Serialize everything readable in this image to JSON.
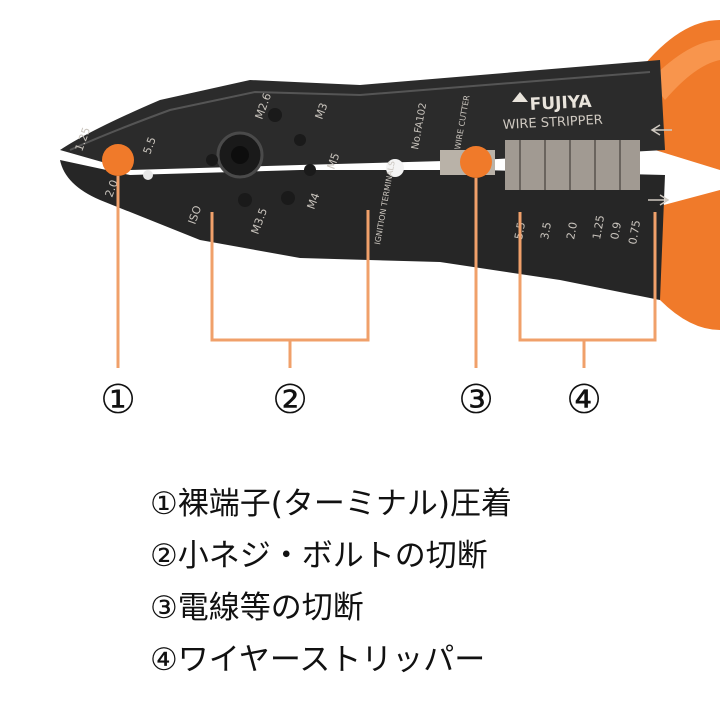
{
  "product": {
    "brand": "FUJIYA",
    "product_name": "WIRE STRIPPER",
    "model": "No.FA102",
    "marks": {
      "crimp_sizes": [
        "1.25",
        "5.5",
        "2.0"
      ],
      "bolt_sizes": [
        "M2.6",
        "M3",
        "M5",
        "M4",
        "M3.5"
      ],
      "iso": "ISO",
      "ignition": "IGNITION TERMINALS",
      "cutter": "WIRE CUTTER",
      "strip_sizes": [
        "5.5",
        "3.5",
        "2.0",
        "1.25",
        "0.9",
        "0.75"
      ]
    }
  },
  "callouts": [
    {
      "number": "①"
    },
    {
      "number": "②"
    },
    {
      "number": "③"
    },
    {
      "number": "④"
    }
  ],
  "legend": [
    {
      "text": "①裸端子(ターミナル)圧着"
    },
    {
      "text": "②小ネジ・ボルトの切断"
    },
    {
      "text": "③電線等の切断"
    },
    {
      "text": "④ワイヤーストリッパー"
    }
  ],
  "colors": {
    "tool_body": "#2b2b2b",
    "handle_orange": "#f07a2a",
    "accent_orange": "#f07a2a",
    "bracket": "#f0a06a",
    "text": "#111111"
  },
  "icons": {
    "brand_logo": "fujiya-logo-icon"
  }
}
